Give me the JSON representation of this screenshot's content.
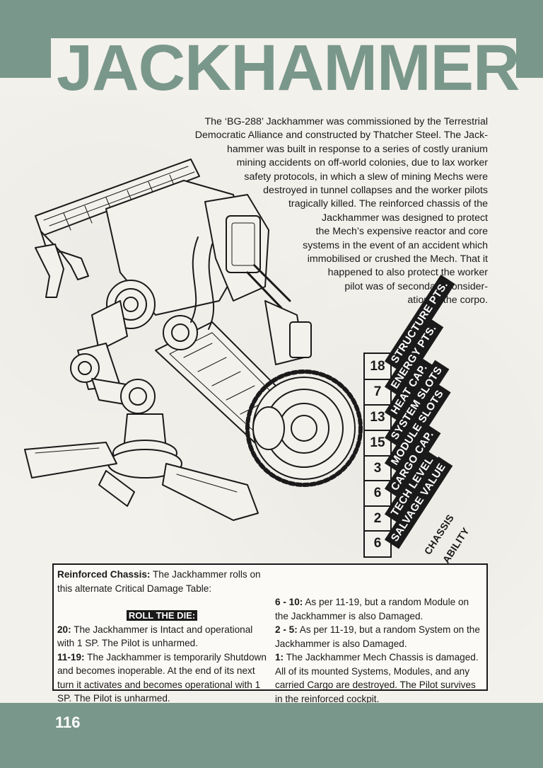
{
  "title": "JACKHAMMER",
  "intro_lines": [
    "The ‘BG-288’ Jackhammer was commissioned by the Terrestrial",
    "Democratic Alliance and constructed by Thatcher Steel. The Jack-",
    "hammer was built in response to a series of costly uranium",
    "mining accidents on off-world colonies, due to lax worker",
    "safety protocols, in which a slew of mining Mechs were",
    "destroyed in tunnel collapses and the worker pilots",
    "tragically killed. The reinforced chassis of the",
    "Jackhammer was designed to protect",
    "the Mech’s expensive reactor and core",
    "systems in the event of an accident which",
    "immobilised or crushed the Mech. That it",
    "happened to also protect the worker",
    "pilot was of secondary consider-",
    "ation to the corpo."
  ],
  "stats": [
    {
      "label": "STRUCTURE PTS.",
      "value": "18"
    },
    {
      "label": "ENERGY PTS.",
      "value": "7"
    },
    {
      "label": "HEAT CAP.",
      "value": "13"
    },
    {
      "label": "SYSTEM SLOTS",
      "value": "15"
    },
    {
      "label": "MODULE SLOTS",
      "value": "3"
    },
    {
      "label": "CARGO CAP.",
      "value": "6"
    },
    {
      "label": "TECH LEVEL",
      "value": "2"
    },
    {
      "label": "SALVAGE VALUE",
      "value": "6"
    }
  ],
  "chassis_ability_label": [
    "CHASSIS",
    "ABILITY"
  ],
  "ability": {
    "name": "Reinforced Chassis:",
    "intro": "The Jackhammer rolls on this alternate Critical Damage Table:",
    "roll_label": "ROLL THE DIE:",
    "entries": [
      {
        "range": "20:",
        "text": "The Jackhammer is Intact and operational with 1 SP. The Pilot is unharmed."
      },
      {
        "range": "11-19:",
        "text": "The Jackhammer is temporarily Shutdown and becomes inoperable. At the end of its next turn it activates and becomes operational with 1 SP. The Pilot is unharmed."
      },
      {
        "range": "6 - 10:",
        "text": "As per 11-19, but a random Module on the Jackhammer is also Damaged."
      },
      {
        "range": "2 - 5:",
        "text": "As per 11-19, but a random System on the Jackhammer is also Damaged."
      },
      {
        "range": "1:",
        "text": "The Jackhammer Mech Chassis is damaged. All of its mounted Systems, Modules, and any carried Cargo are destroyed. The Pilot survives in the reinforced cockpit."
      }
    ]
  },
  "page_number": "116"
}
